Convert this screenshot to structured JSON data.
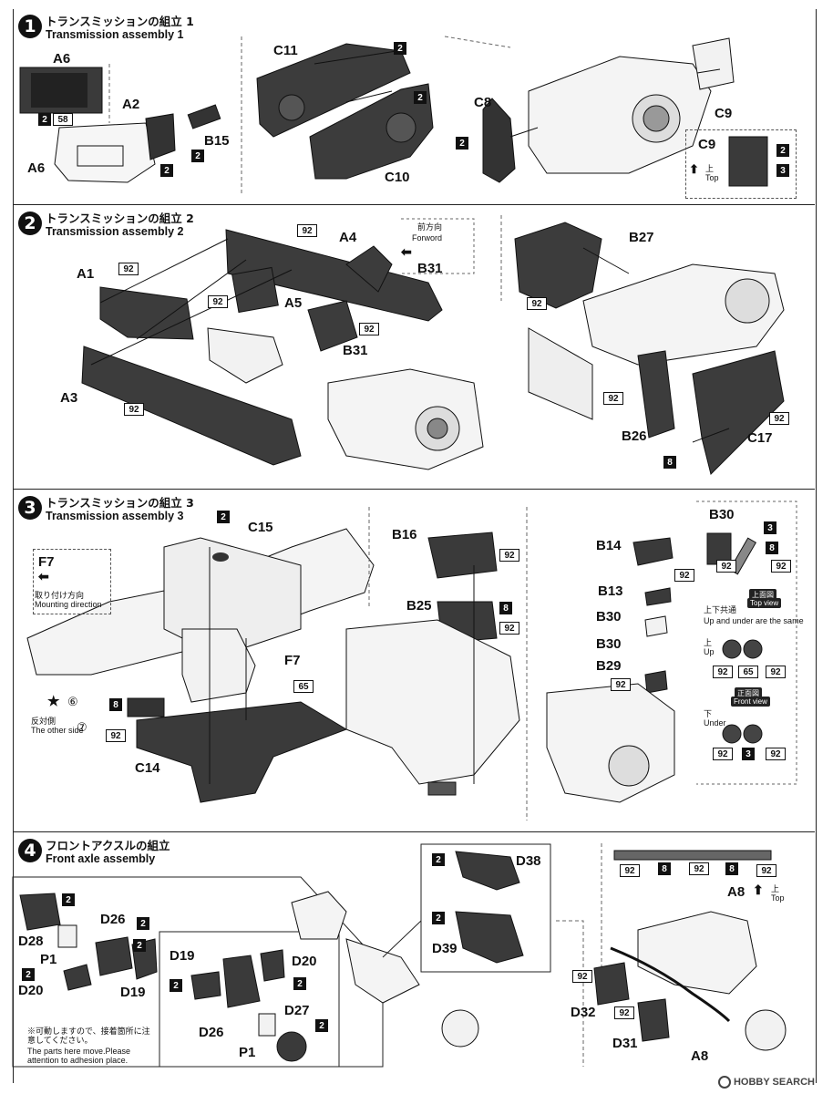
{
  "sections": [
    {
      "num": "1",
      "title_jp": "トランスミッションの組立 1",
      "title_en": "Transmission assembly 1"
    },
    {
      "num": "2",
      "title_jp": "トランスミッションの組立 2",
      "title_en": "Transmission assembly 2"
    },
    {
      "num": "3",
      "title_jp": "トランスミッションの組立 3",
      "title_en": "Transmission assembly 3"
    },
    {
      "num": "4",
      "title_jp": "フロントアクスルの組立",
      "title_en": "Front axle assembly"
    }
  ],
  "s1": {
    "A6_top": "A6",
    "A6_bot": "A6",
    "A2": "A2",
    "B15": "B15",
    "C11": "C11",
    "C10": "C10",
    "C8": "C8",
    "C9": "C9",
    "C9_inset": "C9",
    "c_2": "2",
    "c_58": "58",
    "c_3": "3",
    "top_jp": "上",
    "top_en": "Top"
  },
  "s2": {
    "A1": "A1",
    "A3": "A3",
    "A4": "A4",
    "A5": "A5",
    "B31": "B31",
    "B31_box": "B31",
    "B27": "B27",
    "B26": "B26",
    "C17": "C17",
    "forward_jp": "前方向",
    "forward_en": "Forword",
    "c_92": "92",
    "c_8": "8"
  },
  "s3": {
    "C15": "C15",
    "F7_box": "F7",
    "F7": "F7",
    "C14": "C14",
    "B16": "B16",
    "B25": "B25",
    "B14": "B14",
    "B13": "B13",
    "B30a": "B30",
    "B30b": "B30",
    "B29": "B29",
    "B30_box": "B30",
    "mount_jp": "取り付け方向",
    "mount_en": "Mounting direction",
    "star_num": "⑥",
    "other_jp": "反対側",
    "other_en": "The other side",
    "other_num": "⑦",
    "topview_tag": "上面図",
    "topview_en": "Top view",
    "same_jp": "上下共通",
    "same_en": "Up and under are the same",
    "up_jp": "上",
    "up_en": "Up",
    "frontview_tag": "正面図",
    "frontview_en": "Front view",
    "under_jp": "下",
    "under_en": "Under",
    "c_2": "2",
    "c_65": "65",
    "c_8": "8",
    "c_92": "92",
    "c_3": "3"
  },
  "s4": {
    "D28": "D28",
    "P1": "P1",
    "D20": "D20",
    "D26": "D26",
    "D19": "D19",
    "D19b": "D19",
    "D20b": "D20",
    "D26b": "D26",
    "P1b": "P1",
    "D27": "D27",
    "D38": "D38",
    "D39": "D39",
    "D32": "D32",
    "D31": "D31",
    "A8": "A8",
    "A8b": "A8",
    "note_jp": "※可動しますので、接着箇所に注意してください。",
    "note_en": "The parts here move.Please attention to adhesion place.",
    "top_jp": "上",
    "top_en": "Top",
    "c_2": "2",
    "c_92": "92",
    "c_8": "8"
  },
  "watermark": {
    "brand": "HOBBY SEARCH"
  },
  "colors": {
    "ink": "#111111",
    "part_fill": "#3a3a3a",
    "light_part": "#f2f2f2"
  }
}
